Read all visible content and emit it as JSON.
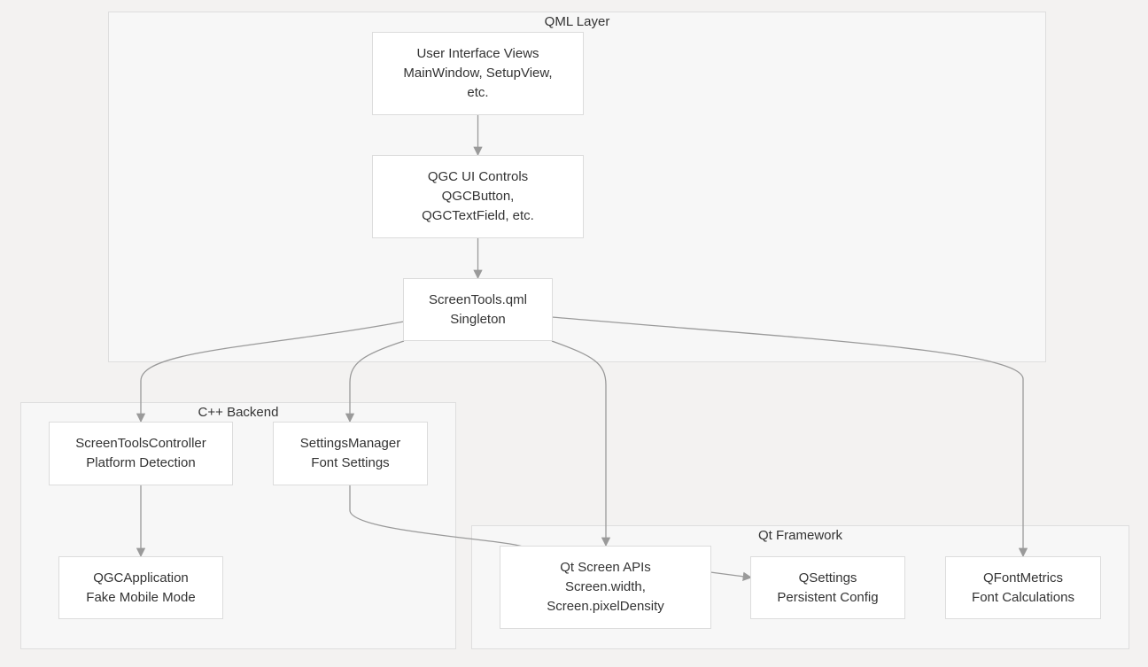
{
  "clusters": {
    "qml": {
      "label": "QML Layer"
    },
    "cpp": {
      "label": "C++ Backend"
    },
    "qt": {
      "label": "Qt Framework"
    }
  },
  "nodes": {
    "ui_views": {
      "line1": "User Interface Views",
      "line2": "MainWindow, SetupView,",
      "line3": "etc."
    },
    "qgc_controls": {
      "line1": "QGC UI Controls",
      "line2": "QGCButton,",
      "line3": "QGCTextField, etc."
    },
    "screentools_qml": {
      "line1": "ScreenTools.qml",
      "line2": "Singleton"
    },
    "screentools_controller": {
      "line1": "ScreenToolsController",
      "line2": "Platform Detection"
    },
    "settings_manager": {
      "line1": "SettingsManager",
      "line2": "Font Settings"
    },
    "qgc_application": {
      "line1": "QGCApplication",
      "line2": "Fake Mobile Mode"
    },
    "qt_screen_apis": {
      "line1": "Qt Screen APIs",
      "line2": "Screen.width,",
      "line3": "Screen.pixelDensity"
    },
    "qsettings": {
      "line1": "QSettings",
      "line2": "Persistent Config"
    },
    "qfontmetrics": {
      "line1": "QFontMetrics",
      "line2": "Font Calculations"
    }
  },
  "edges": [
    {
      "from": "ui_views",
      "to": "qgc_controls"
    },
    {
      "from": "qgc_controls",
      "to": "screentools_qml"
    },
    {
      "from": "screentools_qml",
      "to": "screentools_controller"
    },
    {
      "from": "screentools_qml",
      "to": "settings_manager"
    },
    {
      "from": "screentools_qml",
      "to": "qt_screen_apis"
    },
    {
      "from": "screentools_qml",
      "to": "qfontmetrics"
    },
    {
      "from": "screentools_controller",
      "to": "qgc_application"
    },
    {
      "from": "settings_manager",
      "to": "qsettings"
    }
  ],
  "colors": {
    "background": "#f3f2f1",
    "cluster_fill": "#f7f7f7",
    "cluster_border": "#dedede",
    "node_fill": "#ffffff",
    "node_border": "#dcdcdc",
    "edge": "#9a9a9a",
    "text": "#333333"
  }
}
